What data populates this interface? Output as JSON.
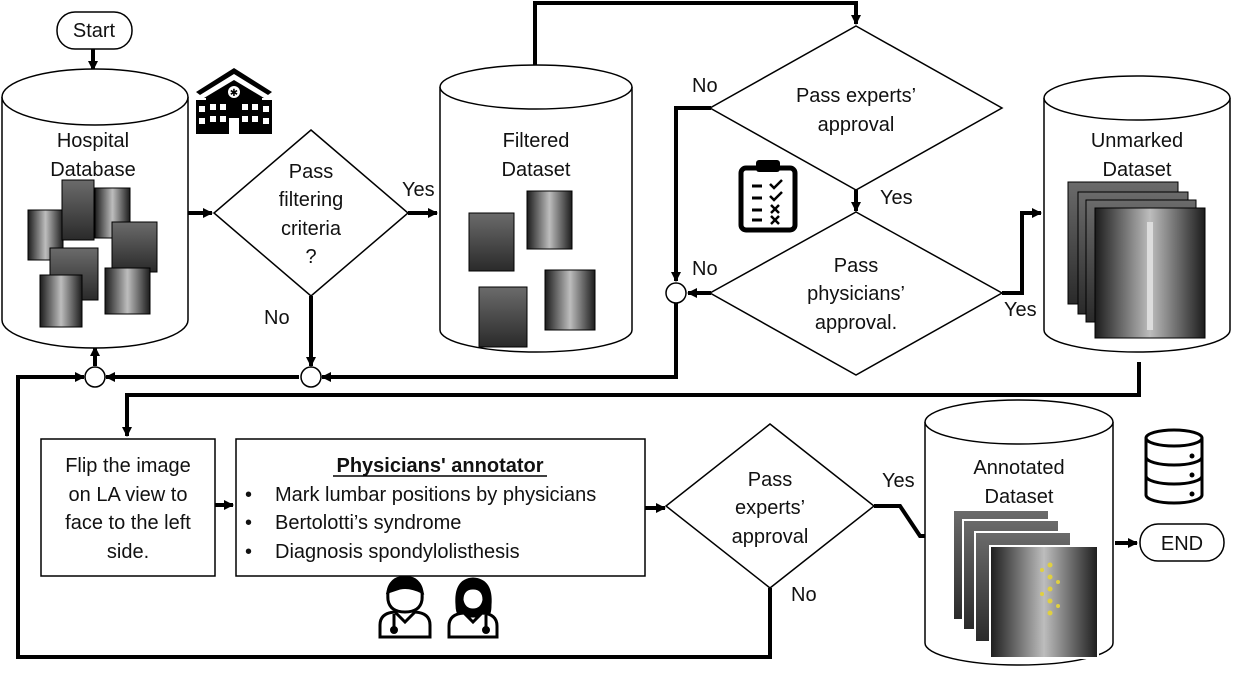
{
  "start": "Start",
  "end": "END",
  "hospital_db": [
    "Hospital",
    "Database"
  ],
  "filter_decision": [
    "Pass",
    "filtering",
    "criteria",
    "?"
  ],
  "filtered_dataset": [
    "Filtered",
    "Dataset"
  ],
  "experts_decision_1": [
    "Pass experts’",
    "approval"
  ],
  "physicians_decision": [
    "Pass",
    "physicians’",
    "approval."
  ],
  "unmarked_dataset": [
    "Unmarked",
    "Dataset"
  ],
  "flip_box": [
    "Flip the image",
    "on LA view to",
    "face to the left",
    "side."
  ],
  "annotator": {
    "title": "Physicians' annotator",
    "items": [
      "Mark lumbar positions by physicians",
      "Bertolotti’s syndrome",
      "Diagnosis spondylolisthesis"
    ]
  },
  "experts_decision_2": [
    "Pass",
    "experts’",
    "approval"
  ],
  "annotated_dataset": [
    "Annotated",
    "Dataset"
  ],
  "edge_labels": {
    "yes_filter": "Yes",
    "no_filter": "No",
    "no_experts_1": "No",
    "yes_experts_1": "Yes",
    "no_physicians": "No",
    "yes_physicians": "Yes",
    "yes_experts_2": "Yes",
    "no_experts_2": "No"
  },
  "icons": [
    "hospital-icon",
    "checklist-icon",
    "doctor-male-icon",
    "doctor-female-icon",
    "database-icon"
  ],
  "colors": {
    "line": "#000000",
    "xray_dark": "#222222",
    "annotation_dots": "#e0d040"
  }
}
